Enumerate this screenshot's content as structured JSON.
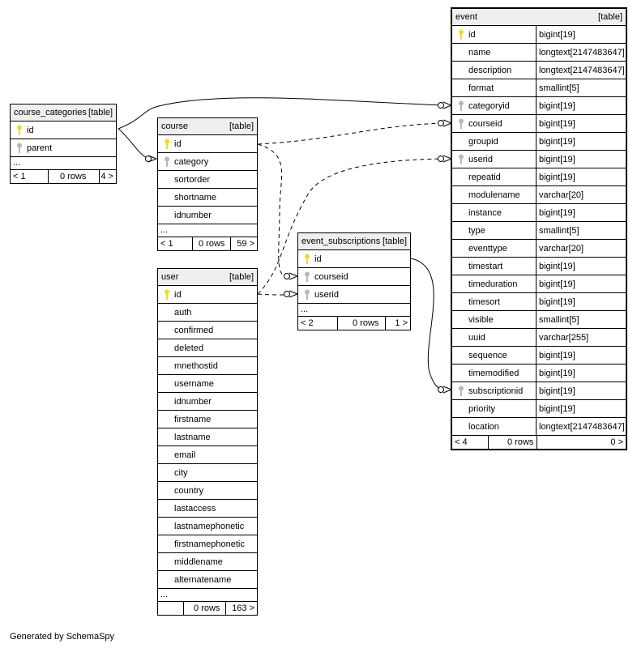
{
  "colors": {
    "header_bg": "#efefef",
    "primary_key": "#f2dc1c",
    "foreign_key": "#b8b8b8"
  },
  "tables": {
    "course_categories": {
      "name": "course_categories",
      "tag": "[table]",
      "columns": [
        {
          "name": "id",
          "key": "primary-key"
        },
        {
          "name": "parent",
          "key": "foreign-key"
        }
      ],
      "ellipsis": "...",
      "footer": {
        "parents": "< 1",
        "rows": "0 rows",
        "children": "4 >"
      }
    },
    "course": {
      "name": "course",
      "tag": "[table]",
      "columns": [
        {
          "name": "id",
          "key": "primary-key"
        },
        {
          "name": "category",
          "key": "foreign-key"
        },
        {
          "name": "sortorder"
        },
        {
          "name": "shortname"
        },
        {
          "name": "idnumber"
        }
      ],
      "ellipsis": "...",
      "footer": {
        "parents": "< 1",
        "rows": "0 rows",
        "children": "59 >"
      }
    },
    "user": {
      "name": "user",
      "tag": "[table]",
      "columns": [
        {
          "name": "id",
          "key": "primary-key"
        },
        {
          "name": "auth"
        },
        {
          "name": "confirmed"
        },
        {
          "name": "deleted"
        },
        {
          "name": "mnethostid"
        },
        {
          "name": "username"
        },
        {
          "name": "idnumber"
        },
        {
          "name": "firstname"
        },
        {
          "name": "lastname"
        },
        {
          "name": "email"
        },
        {
          "name": "city"
        },
        {
          "name": "country"
        },
        {
          "name": "lastaccess"
        },
        {
          "name": "lastnamephonetic"
        },
        {
          "name": "firstnamephonetic"
        },
        {
          "name": "middlename"
        },
        {
          "name": "alternatename"
        }
      ],
      "ellipsis": "...",
      "footer": {
        "parents": "",
        "rows": "0 rows",
        "children": "163 >"
      }
    },
    "event_subscriptions": {
      "name": "event_subscriptions",
      "tag": "[table]",
      "columns": [
        {
          "name": "id",
          "key": "primary-key"
        },
        {
          "name": "courseid",
          "key": "foreign-key"
        },
        {
          "name": "userid",
          "key": "foreign-key"
        }
      ],
      "ellipsis": "...",
      "footer": {
        "parents": "< 2",
        "rows": "0 rows",
        "children": "1 >"
      }
    },
    "event": {
      "name": "event",
      "tag": "[table]",
      "columns": [
        {
          "name": "id",
          "type": "bigint[19]",
          "key": "primary-key"
        },
        {
          "name": "name",
          "type": "longtext[2147483647]"
        },
        {
          "name": "description",
          "type": "longtext[2147483647]"
        },
        {
          "name": "format",
          "type": "smallint[5]"
        },
        {
          "name": "categoryid",
          "type": "bigint[19]",
          "key": "foreign-key"
        },
        {
          "name": "courseid",
          "type": "bigint[19]",
          "key": "foreign-key"
        },
        {
          "name": "groupid",
          "type": "bigint[19]"
        },
        {
          "name": "userid",
          "type": "bigint[19]",
          "key": "foreign-key"
        },
        {
          "name": "repeatid",
          "type": "bigint[19]"
        },
        {
          "name": "modulename",
          "type": "varchar[20]"
        },
        {
          "name": "instance",
          "type": "bigint[19]"
        },
        {
          "name": "type",
          "type": "smallint[5]"
        },
        {
          "name": "eventtype",
          "type": "varchar[20]"
        },
        {
          "name": "timestart",
          "type": "bigint[19]"
        },
        {
          "name": "timeduration",
          "type": "bigint[19]"
        },
        {
          "name": "timesort",
          "type": "bigint[19]"
        },
        {
          "name": "visible",
          "type": "smallint[5]"
        },
        {
          "name": "uuid",
          "type": "varchar[255]"
        },
        {
          "name": "sequence",
          "type": "bigint[19]"
        },
        {
          "name": "timemodified",
          "type": "bigint[19]"
        },
        {
          "name": "subscriptionid",
          "type": "bigint[19]",
          "key": "foreign-key"
        },
        {
          "name": "priority",
          "type": "bigint[19]"
        },
        {
          "name": "location",
          "type": "longtext[2147483647]"
        }
      ],
      "footer": {
        "parents": "< 4",
        "rows": "0 rows",
        "children": "0 >"
      }
    }
  },
  "footer_note": "Generated by SchemaSpy"
}
